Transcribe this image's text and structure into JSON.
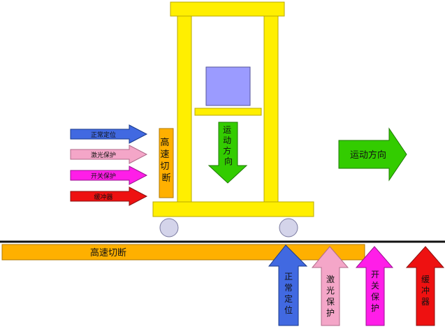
{
  "legend": [
    {
      "label": "正常定位",
      "color": "#4169e1"
    },
    {
      "label": "激光保护",
      "color": "#f4a6c8"
    },
    {
      "label": "开关保护",
      "color": "#ff1ee8"
    },
    {
      "label": "缓冲器",
      "color": "#ee1111"
    }
  ],
  "machine": {
    "cutoff_label": "高速切断",
    "cutoff_color": "#ffb000",
    "frame_color": "#ffef00",
    "box_color": "#9b9bff",
    "wheel_color": "#d4d4ea",
    "inner_arrow_label": "运动方向",
    "inner_arrow_color": "#33cc00"
  },
  "direction": {
    "label": "运动方向",
    "color": "#33cc00"
  },
  "track": {
    "bar_label": "高速切断",
    "bar_color": "#ffb000",
    "rail_color": "#111111"
  },
  "sensors": [
    {
      "label": "正常定位",
      "color": "#4169e1"
    },
    {
      "label": "激光保护",
      "color": "#f4a6c8"
    },
    {
      "label": "开关保护",
      "color": "#ff1ee8"
    },
    {
      "label": "缓冲器",
      "color": "#ee1111"
    }
  ]
}
